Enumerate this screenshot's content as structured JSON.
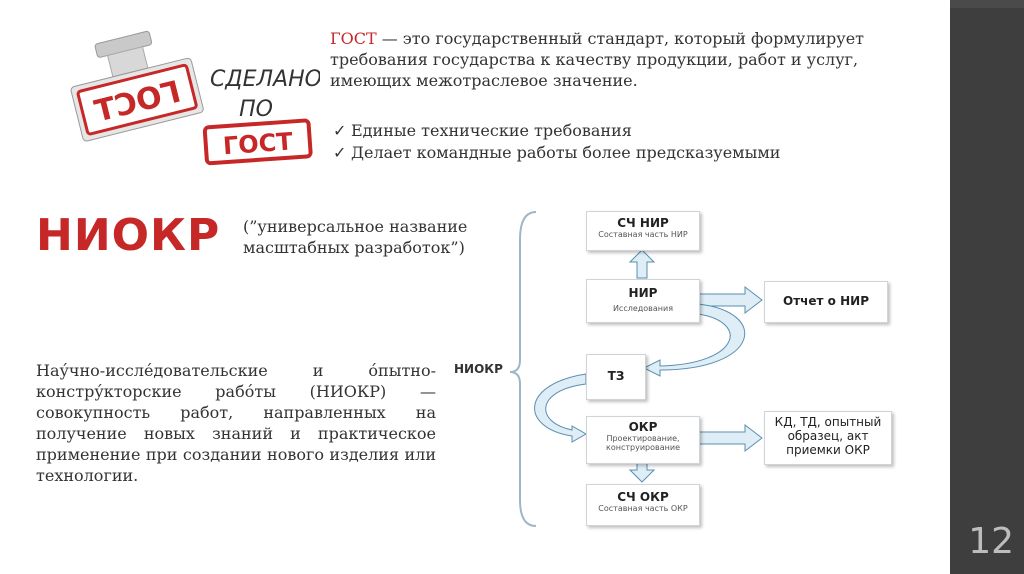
{
  "stamp": {
    "big_word": "ГОСТ",
    "made_by_line1": "СДЕЛАНО",
    "made_by_line2": "ПО",
    "small_word": "ГОСТ",
    "color": "#c62828"
  },
  "gost": {
    "term": "ГОСТ",
    "definition": " — это государственный стандарт, который формулирует требования государства к качеству продукции, работ и услуг, имеющих межотраслевое значение.",
    "bullets": [
      "Единые технические требования",
      "Делает командные работы более предсказуемыми"
    ],
    "check_glyph": "✓"
  },
  "niokr": {
    "title": "НИОКР",
    "subtitle": "(”универсальное название масштабных разработок”)",
    "definition": "Нау́чно-иссле́довательские и о́пытно-констру́кторские рабо́ты (НИОКР) — совокупность работ, направленных на получение новых знаний и практическое применение при создании нового изделия или технологии."
  },
  "diagram": {
    "group_label": "НИОКР",
    "boxes": {
      "sch_nir": {
        "title": "СЧ НИР",
        "sub": "Составная часть НИР"
      },
      "nir": {
        "title": "НИР",
        "sub": "Исследования"
      },
      "report": {
        "title": "Отчет о НИР"
      },
      "tz": {
        "title": "ТЗ"
      },
      "okr": {
        "title": "ОКР",
        "sub1": "Проектирование,",
        "sub2": "конструирование"
      },
      "kd": {
        "line1": "КД, ТД, опытный",
        "line2": "образец, акт",
        "line3": "приемки ОКР"
      },
      "sch_okr": {
        "title": "СЧ ОКР",
        "sub": "Составная часть ОКР"
      }
    },
    "arrow_color": "#dfeef6",
    "arrow_stroke": "#5a8fb0"
  },
  "slide": {
    "page_number": "12"
  }
}
